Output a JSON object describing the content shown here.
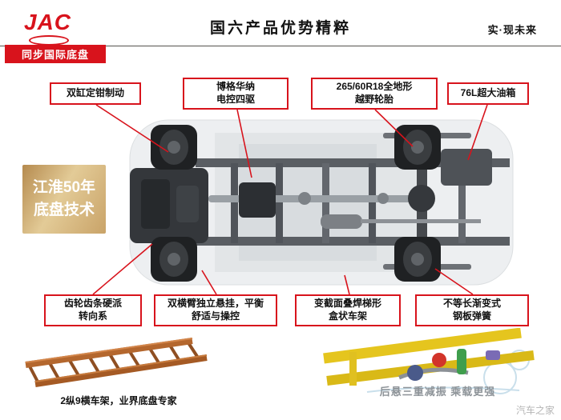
{
  "header": {
    "logo_text": "JAC",
    "ribbon_label": "同步国际底盘",
    "title": "国六产品优势精粹",
    "slogan": "实·现未来"
  },
  "badge": {
    "label": "江淮50年\n底盘技术"
  },
  "callouts": [
    {
      "label": "双缸定钳制动"
    },
    {
      "label": "博格华纳\n电控四驱"
    },
    {
      "label": "265/60R18全地形\n越野轮胎"
    },
    {
      "label": "76L超大油箱"
    },
    {
      "label": "齿轮齿条硬派\n转向系"
    },
    {
      "label": "双横臂独立悬挂，平衡\n舒适与操控"
    },
    {
      "label": "变截面叠焊梯形\n盒状车架"
    },
    {
      "label": "不等长渐变式\n钢板弹簧"
    }
  ],
  "figures": {
    "frame_caption": "2纵9横车架，业界底盘专家",
    "suspension_caption": "后悬三重减振 乘载更强"
  },
  "watermark": "汽车之家",
  "colors": {
    "brand_red": "#d8131c",
    "gold": "#c9a368"
  }
}
